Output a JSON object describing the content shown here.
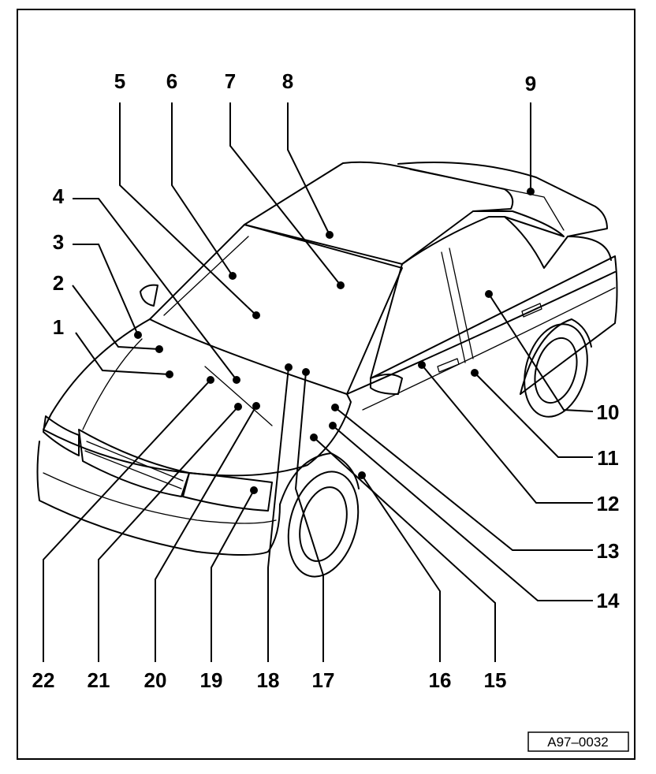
{
  "figure_code": "A97–0032",
  "callouts": [
    "1",
    "2",
    "3",
    "4",
    "5",
    "6",
    "7",
    "8",
    "9",
    "10",
    "11",
    "12",
    "13",
    "14",
    "15",
    "16",
    "17",
    "18",
    "19",
    "20",
    "21",
    "22"
  ]
}
